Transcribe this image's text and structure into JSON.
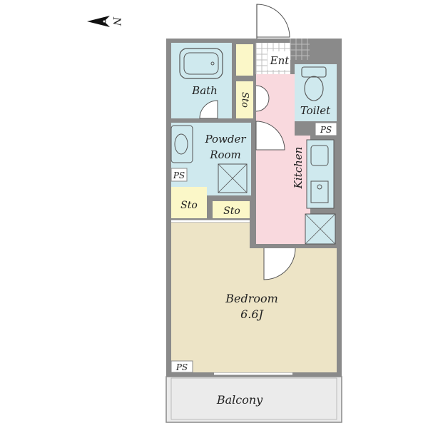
{
  "compass": {
    "letter": "N"
  },
  "rooms": {
    "entrance": "Ent",
    "bath": "Bath",
    "storage_bath": "Sto",
    "toilet": "Toilet",
    "ps_toilet": "PS",
    "powder_line1": "Powder",
    "powder_line2": "Room",
    "ps_powder": "PS",
    "kitchen": "Kitchen",
    "storage_left": "Sto",
    "storage_right": "Sto",
    "bedroom": "Bedroom",
    "bedroom_size": "6.6J",
    "ps_bedroom": "PS",
    "balcony": "Balcony"
  },
  "colors": {
    "wall": "#8a8a8a",
    "wet_area": "#cfe9ee",
    "kitchen": "#f9d9de",
    "storage": "#fbf7c8",
    "bedroom": "#ede4c6",
    "balcony": "#ebebeb",
    "entrance_tile": "#bdbdbd"
  }
}
